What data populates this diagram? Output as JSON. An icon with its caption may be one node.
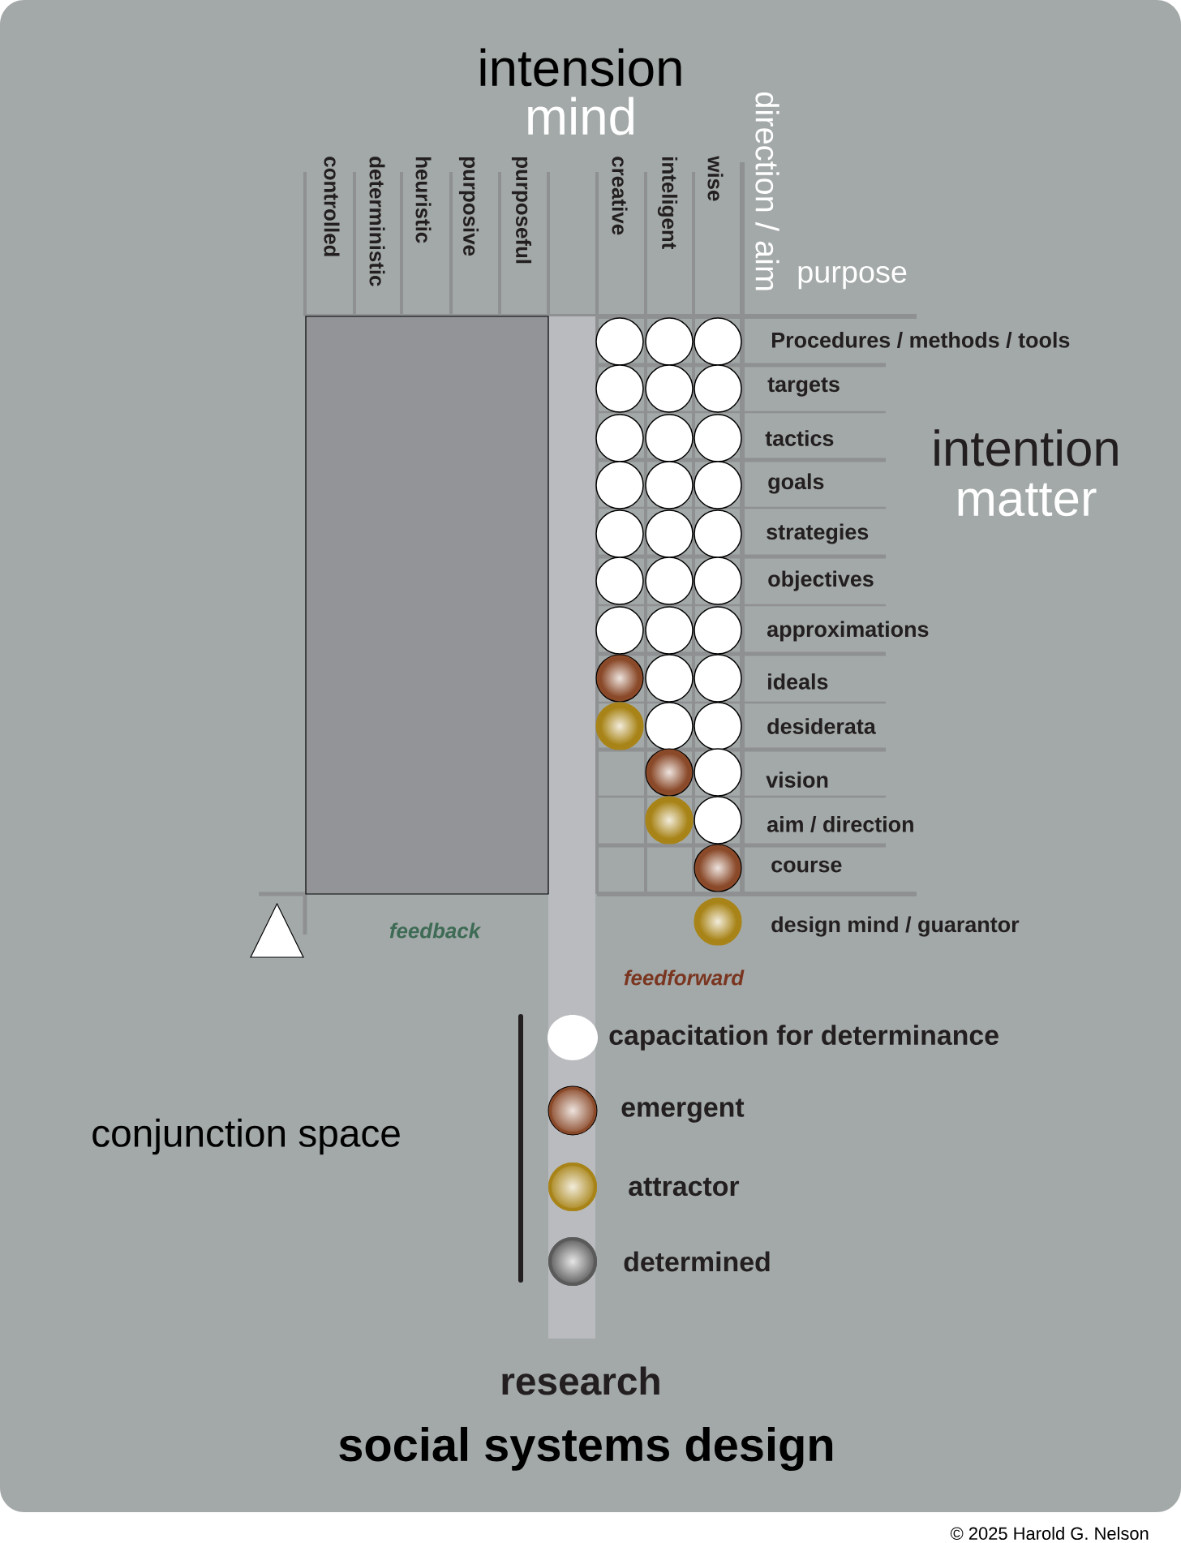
{
  "diagram": {
    "nodes": [
      {
        "text": [],
        "shape": "box"
      }
    ],
    "labels": [
      "intension",
      "mind",
      "controlled",
      "deterministic",
      "heuristic",
      "purposive",
      "purposeful",
      "creative",
      "inteligent",
      "wise",
      "direction / aim",
      "purpose",
      "Procedures / methods / tools",
      "targets",
      "tactics",
      "goals",
      "strategies",
      "objectives",
      "approximations",
      "ideals",
      "desiderata",
      "vision",
      "aim / direction",
      "course",
      "design mind / guarantor",
      "intention",
      "matter",
      "feedback",
      "feedforward",
      "conjunction space",
      "research",
      "social systems design",
      "© 2025 Harold G. Nelson"
    ],
    "legend": [
      {
        "text": "capacitation for determinance",
        "color": "#ffffff"
      },
      {
        "text": "emergent",
        "color": "#8a4a2a"
      },
      {
        "text": "attractor",
        "color": "#a88418"
      },
      {
        "text": "determined",
        "color": "#5a5a5a"
      }
    ]
  }
}
